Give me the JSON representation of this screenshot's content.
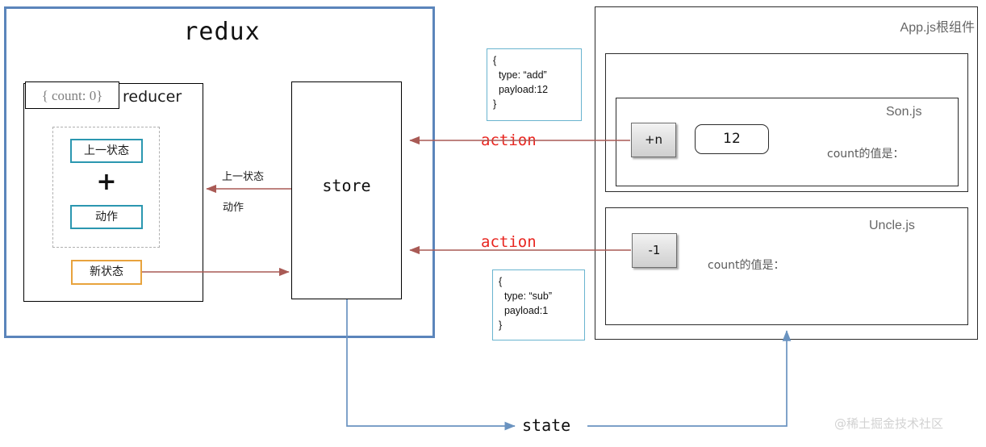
{
  "diagram": {
    "title": "redux",
    "watermark": "@稀土掘金技术社区"
  },
  "redux": {
    "title": "redux",
    "reducer": {
      "label": "reducer",
      "state_chip": "{ count: 0}",
      "prev_state": "上一状态",
      "operator": "+",
      "action": "动作",
      "new_state": "新状态"
    },
    "store": {
      "label": "store"
    },
    "flow_labels": {
      "prev_state": "上一状态",
      "action": "动作"
    }
  },
  "actions": [
    {
      "word": "action",
      "json": "{\n  type: “add”\n  payload:12\n}"
    },
    {
      "word": "action",
      "json": "{\n  type: “sub”\n  payload:1\n}"
    }
  ],
  "app": {
    "title": "App.js根组件",
    "children": [
      {
        "title": "Son.js",
        "button": "+n",
        "input_value": "12",
        "count_text": "count的值是："
      },
      {
        "title": "Uncle.js",
        "button": "-1",
        "count_text": "count的值是："
      }
    ]
  },
  "state_flow": {
    "label": "state"
  },
  "colors": {
    "redux_border": "#5b85bb",
    "teal": "#2b97b0",
    "orange": "#e8a33d",
    "action_red": "#e8251f",
    "arrow_red": "#a95a55",
    "arrow_blue": "#6a93c0",
    "json_border": "#69b4cf"
  }
}
